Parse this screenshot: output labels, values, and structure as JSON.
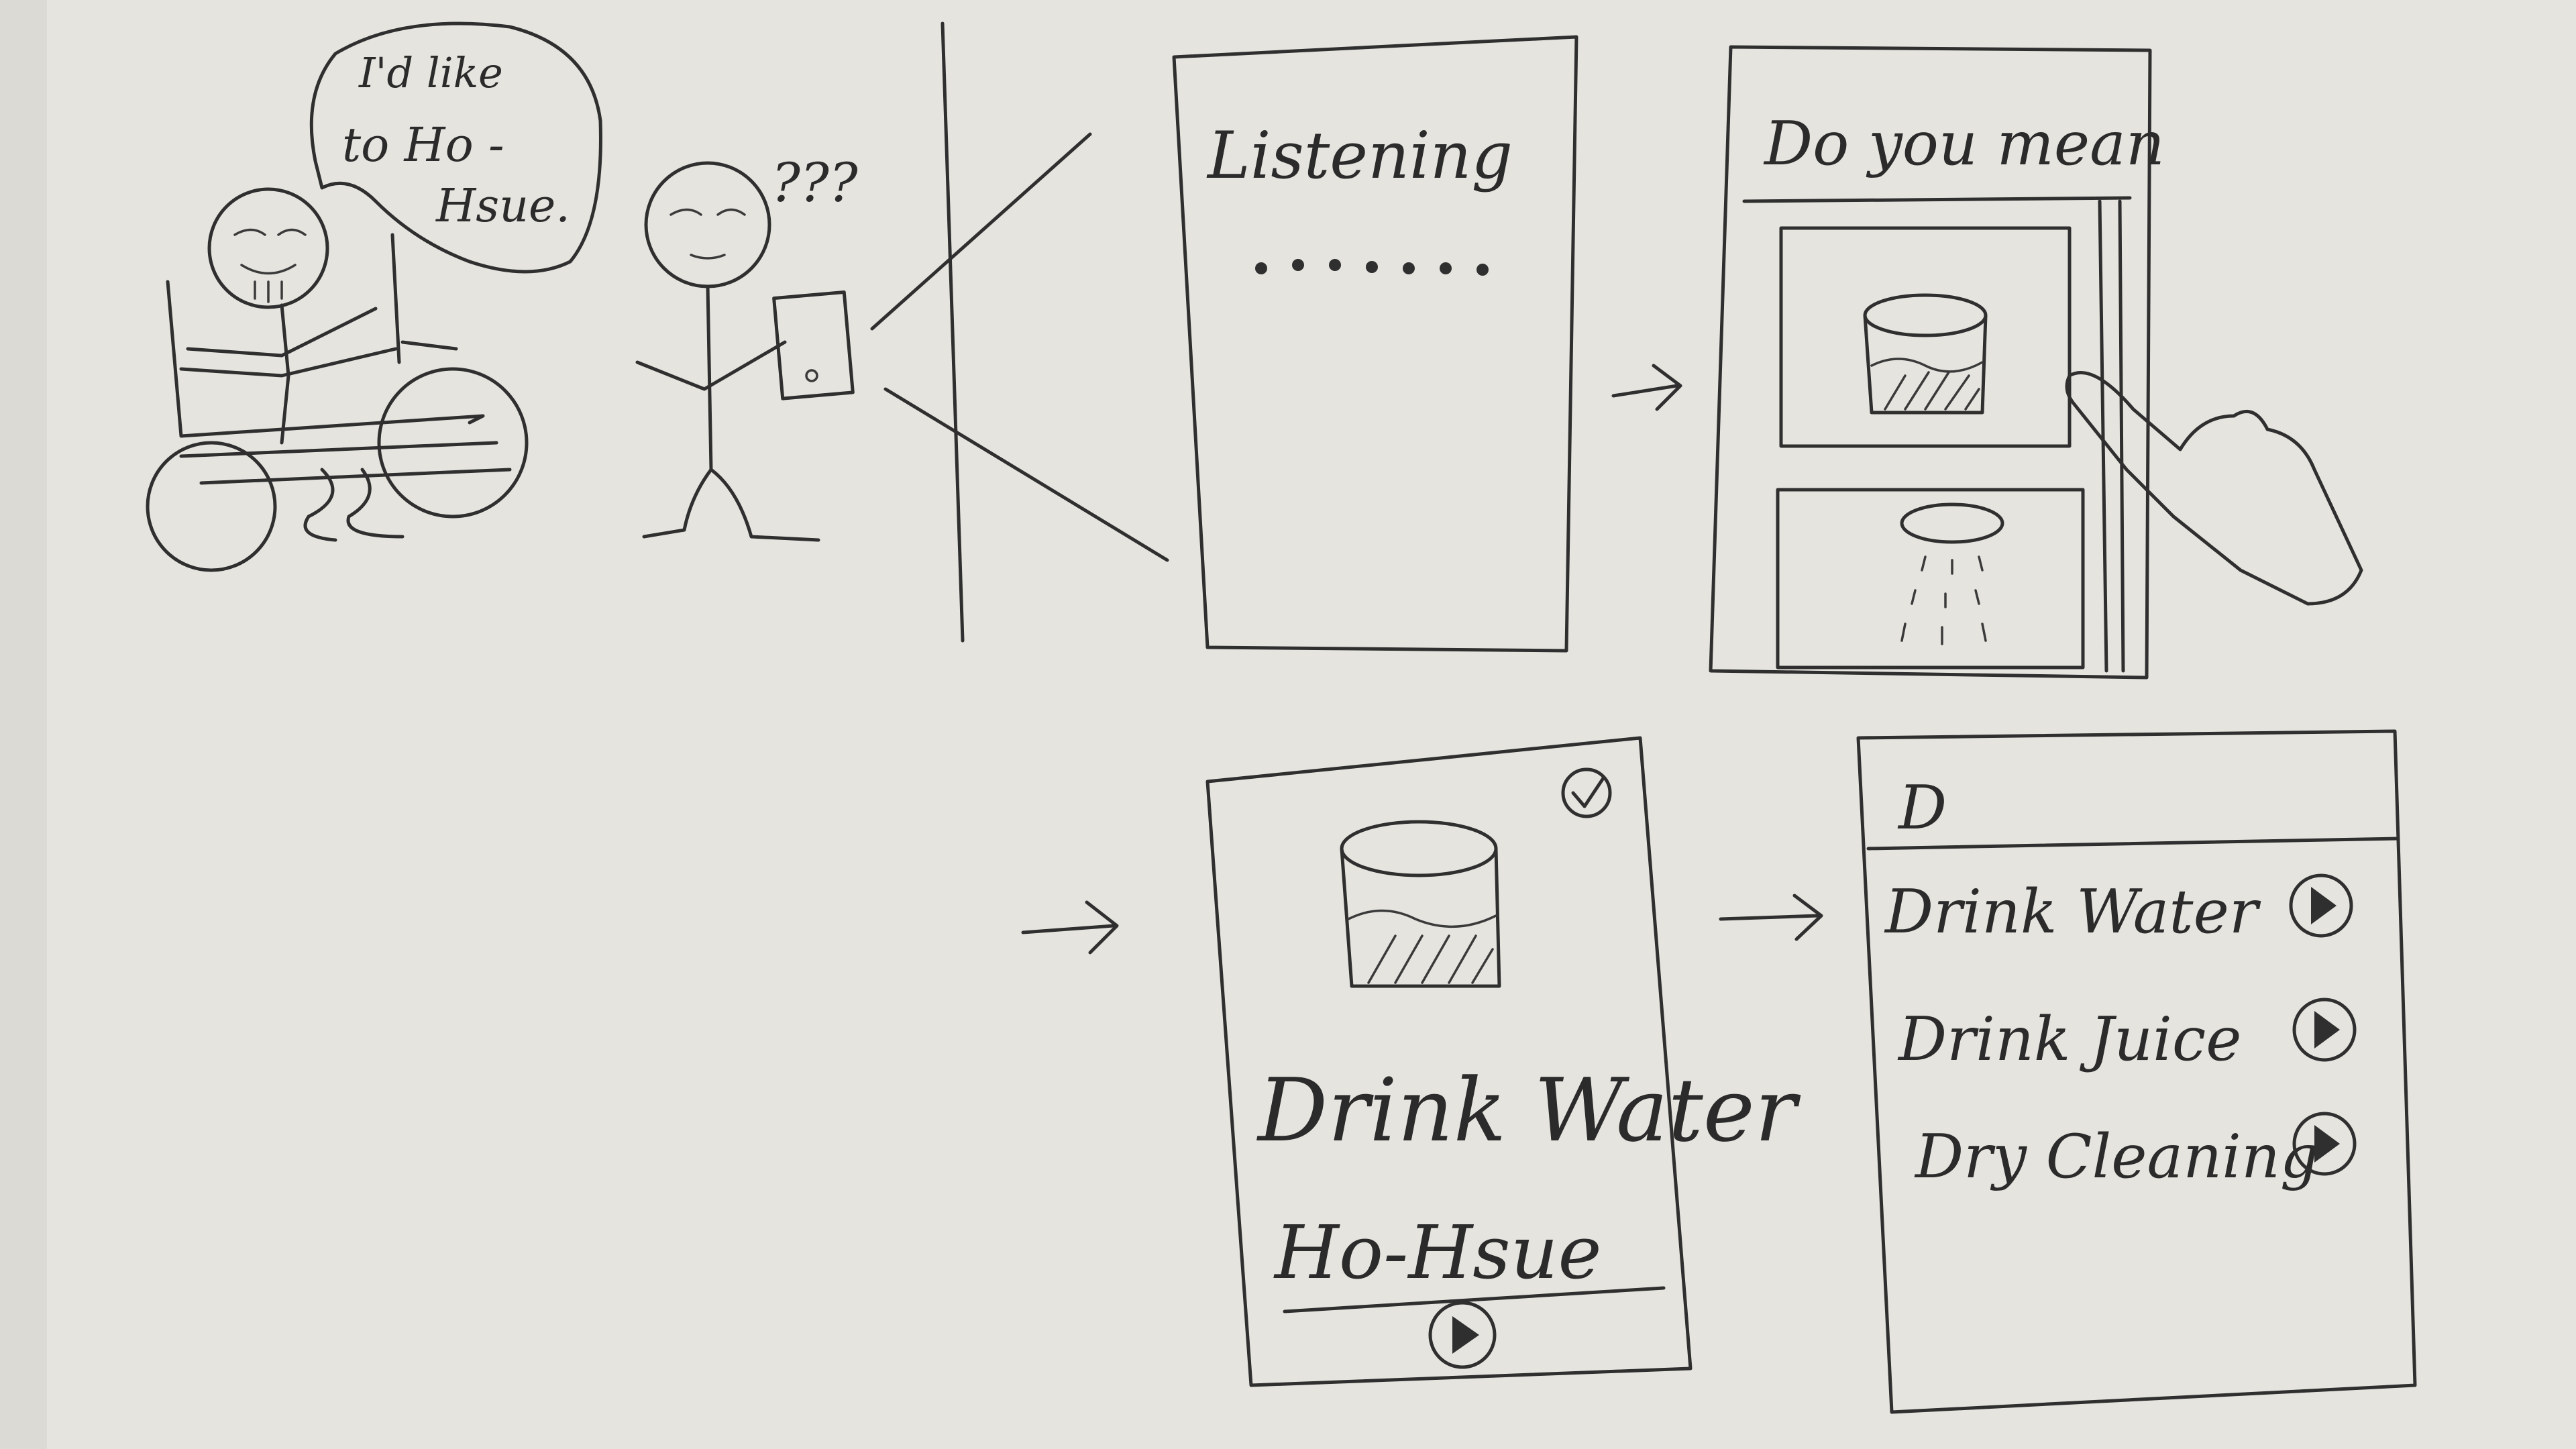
{
  "scene": {
    "speech_bubble": [
      "I'd like",
      "to Ho -",
      "Hsue."
    ],
    "confused_mark": "???"
  },
  "screens": {
    "listening": {
      "title": "Listening",
      "dots": "• • • • • •"
    },
    "do_you_mean": {
      "title": "Do you mean"
    },
    "result": {
      "label": "Drink Water",
      "transcript": "Ho-Hsue"
    },
    "list": {
      "query": "D",
      "items": [
        {
          "label": "Drink Water"
        },
        {
          "label": "Drink Juice"
        },
        {
          "label": "Dry Cleaning"
        }
      ]
    }
  },
  "arrows": [
    "→",
    "→",
    "→"
  ],
  "colors": {
    "paper": "#e9e7e2",
    "ink": "#2f2f2f"
  }
}
